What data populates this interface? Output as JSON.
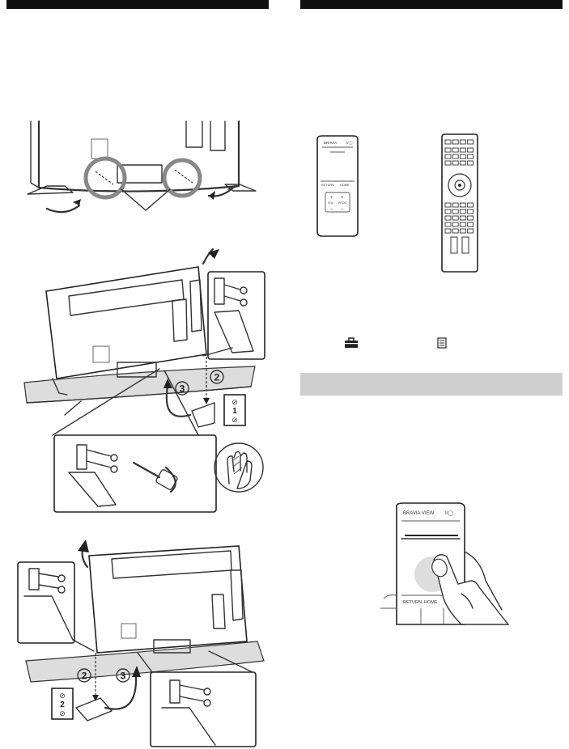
{
  "step_labels": {
    "two": "2",
    "three": "3"
  },
  "stand_plate_text": {
    "left": "1",
    "right": "2",
    "mark": "⊘"
  },
  "touch_remote": {
    "brand": "BRAVIA",
    "power": "I/◯",
    "return": "RETURN",
    "home": "HOME",
    "vol": "VOL",
    "prog": "PROG"
  },
  "hand_remote_brand": "BRAVIA VIEW",
  "hand_remote_power": "I/◯",
  "hand_remote_return": "RETURN",
  "hand_remote_home": "HOME",
  "icons": {
    "toolbox": "toolbox-icon",
    "options": "options-icon"
  },
  "colors": {
    "header_bar": "#111111",
    "sub_bar": "#cfcfcf"
  }
}
